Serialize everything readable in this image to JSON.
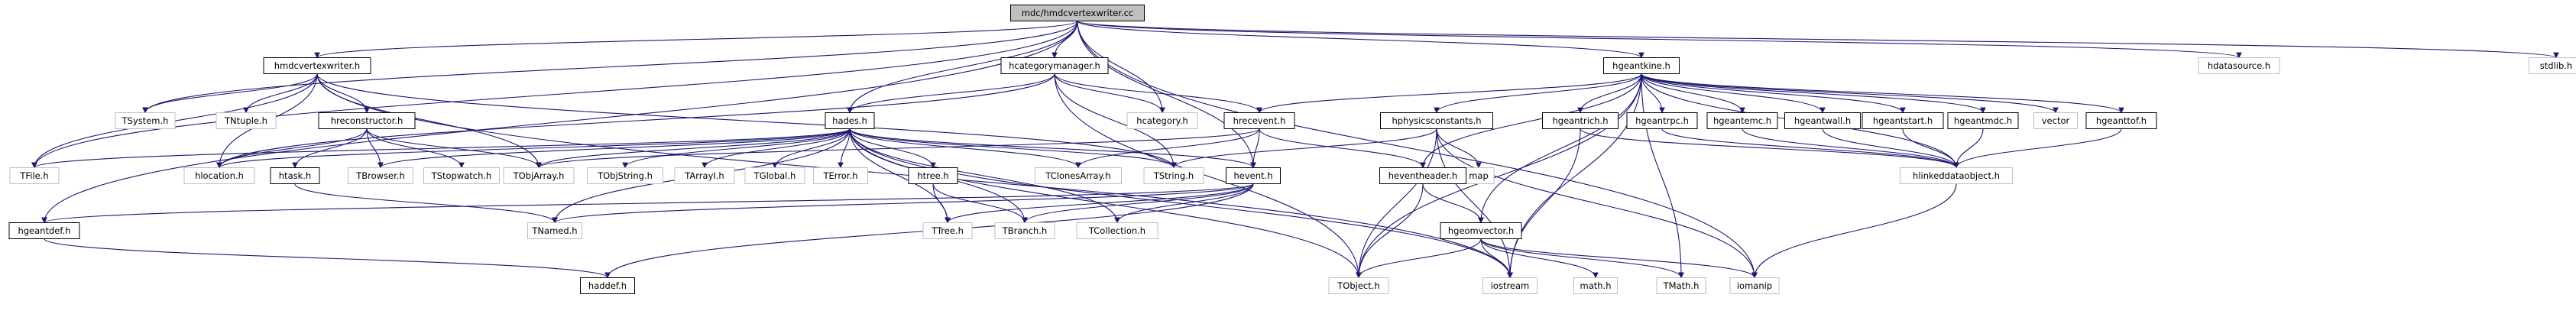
{
  "root": "mdc/hmdcvertexwriter.cc",
  "colors": {
    "edge": "#191970",
    "root_fill": "#bfbfbf",
    "node_border": "#000000",
    "external_border": "#bfbfbf",
    "background": "#ffffff"
  },
  "nodes": [
    {
      "id": "root",
      "label": "mdc/hmdcvertexwriter.cc",
      "kind": "root"
    },
    {
      "id": "hmdcvertexwriter",
      "label": "hmdcvertexwriter.h",
      "kind": "local"
    },
    {
      "id": "hcategorymanager",
      "label": "hcategorymanager.h",
      "kind": "local"
    },
    {
      "id": "hgeantkine",
      "label": "hgeantkine.h",
      "kind": "local"
    },
    {
      "id": "hdatasource",
      "label": "hdatasource.h",
      "kind": "external"
    },
    {
      "id": "stdlib",
      "label": "stdlib.h",
      "kind": "external"
    },
    {
      "id": "TSystem",
      "label": "TSystem.h",
      "kind": "external"
    },
    {
      "id": "TNtuple",
      "label": "TNtuple.h",
      "kind": "external"
    },
    {
      "id": "hreconstructor",
      "label": "hreconstructor.h",
      "kind": "local"
    },
    {
      "id": "hades",
      "label": "hades.h",
      "kind": "local"
    },
    {
      "id": "hcategory",
      "label": "hcategory.h",
      "kind": "external"
    },
    {
      "id": "hrecevent",
      "label": "hrecevent.h",
      "kind": "local"
    },
    {
      "id": "hphysicsconstants",
      "label": "hphysicsconstants.h",
      "kind": "local"
    },
    {
      "id": "hgeantrich",
      "label": "hgeantrich.h",
      "kind": "local"
    },
    {
      "id": "hgeantrpc",
      "label": "hgeantrpc.h",
      "kind": "local"
    },
    {
      "id": "hgeantemc",
      "label": "hgeantemc.h",
      "kind": "local"
    },
    {
      "id": "hgeantwall",
      "label": "hgeantwall.h",
      "kind": "local"
    },
    {
      "id": "hgeantstart",
      "label": "hgeantstart.h",
      "kind": "local"
    },
    {
      "id": "hgeantmdc",
      "label": "hgeantmdc.h",
      "kind": "local"
    },
    {
      "id": "vector",
      "label": "vector",
      "kind": "external"
    },
    {
      "id": "hgeanttof",
      "label": "hgeanttof.h",
      "kind": "local"
    },
    {
      "id": "TFile",
      "label": "TFile.h",
      "kind": "external"
    },
    {
      "id": "hlocation",
      "label": "hlocation.h",
      "kind": "external"
    },
    {
      "id": "htask",
      "label": "htask.h",
      "kind": "local"
    },
    {
      "id": "TBrowser",
      "label": "TBrowser.h",
      "kind": "external"
    },
    {
      "id": "TStopwatch",
      "label": "TStopwatch.h",
      "kind": "external"
    },
    {
      "id": "TObjArray",
      "label": "TObjArray.h",
      "kind": "external"
    },
    {
      "id": "TObjString",
      "label": "TObjString.h",
      "kind": "external"
    },
    {
      "id": "TArrayI",
      "label": "TArrayI.h",
      "kind": "external"
    },
    {
      "id": "TGlobal",
      "label": "TGlobal.h",
      "kind": "external"
    },
    {
      "id": "TError",
      "label": "TError.h",
      "kind": "external"
    },
    {
      "id": "htree",
      "label": "htree.h",
      "kind": "local"
    },
    {
      "id": "TClonesArray",
      "label": "TClonesArray.h",
      "kind": "external"
    },
    {
      "id": "TString",
      "label": "TString.h",
      "kind": "external"
    },
    {
      "id": "hevent",
      "label": "hevent.h",
      "kind": "local"
    },
    {
      "id": "map",
      "label": "map",
      "kind": "external"
    },
    {
      "id": "heventheader",
      "label": "heventheader.h",
      "kind": "local"
    },
    {
      "id": "hlinkeddataobject",
      "label": "hlinkeddataobject.h",
      "kind": "external"
    },
    {
      "id": "hgeantdef",
      "label": "hgeantdef.h",
      "kind": "local"
    },
    {
      "id": "TNamed",
      "label": "TNamed.h",
      "kind": "external"
    },
    {
      "id": "TTree",
      "label": "TTree.h",
      "kind": "external"
    },
    {
      "id": "TBranch",
      "label": "TBranch.h",
      "kind": "external"
    },
    {
      "id": "TCollection",
      "label": "TCollection.h",
      "kind": "external"
    },
    {
      "id": "hgeomvector",
      "label": "hgeomvector.h",
      "kind": "local"
    },
    {
      "id": "haddef",
      "label": "haddef.h",
      "kind": "local"
    },
    {
      "id": "TObject",
      "label": "TObject.h",
      "kind": "external"
    },
    {
      "id": "iostream",
      "label": "iostream",
      "kind": "external"
    },
    {
      "id": "math",
      "label": "math.h",
      "kind": "external"
    },
    {
      "id": "TMath",
      "label": "TMath.h",
      "kind": "external"
    },
    {
      "id": "iomanip",
      "label": "iomanip",
      "kind": "external"
    }
  ],
  "edges": [
    [
      "root",
      "hmdcvertexwriter"
    ],
    [
      "root",
      "hcategorymanager"
    ],
    [
      "root",
      "hgeantkine"
    ],
    [
      "root",
      "hdatasource"
    ],
    [
      "root",
      "stdlib"
    ],
    [
      "root",
      "TSystem"
    ],
    [
      "root",
      "TFile"
    ],
    [
      "root",
      "hades"
    ],
    [
      "root",
      "hcategory"
    ],
    [
      "root",
      "hevent"
    ],
    [
      "root",
      "hgeantdef"
    ],
    [
      "root",
      "iomanip"
    ],
    [
      "hmdcvertexwriter",
      "TSystem"
    ],
    [
      "hmdcvertexwriter",
      "TNtuple"
    ],
    [
      "hmdcvertexwriter",
      "hreconstructor"
    ],
    [
      "hmdcvertexwriter",
      "TFile"
    ],
    [
      "hmdcvertexwriter",
      "TObjArray"
    ],
    [
      "hmdcvertexwriter",
      "TString"
    ],
    [
      "hmdcvertexwriter",
      "hlocation"
    ],
    [
      "hmdcvertexwriter",
      "iostream"
    ],
    [
      "hcategorymanager",
      "hades"
    ],
    [
      "hcategorymanager",
      "hcategory"
    ],
    [
      "hcategorymanager",
      "hrecevent"
    ],
    [
      "hcategorymanager",
      "TString"
    ],
    [
      "hcategorymanager",
      "TObject"
    ],
    [
      "hcategorymanager",
      "hlocation"
    ],
    [
      "hgeantkine",
      "hrecevent"
    ],
    [
      "hgeantkine",
      "hphysicsconstants"
    ],
    [
      "hgeantkine",
      "hgeantrich"
    ],
    [
      "hgeantkine",
      "hgeantrpc"
    ],
    [
      "hgeantkine",
      "hgeantemc"
    ],
    [
      "hgeantkine",
      "hgeantwall"
    ],
    [
      "hgeantkine",
      "hgeantstart"
    ],
    [
      "hgeantkine",
      "hgeantmdc"
    ],
    [
      "hgeantkine",
      "vector"
    ],
    [
      "hgeantkine",
      "hgeanttof"
    ],
    [
      "hgeantkine",
      "hlinkeddataobject"
    ],
    [
      "hgeantkine",
      "hgeomvector"
    ],
    [
      "hgeantkine",
      "TObject"
    ],
    [
      "hgeantkine",
      "TMath"
    ],
    [
      "hgeantkine",
      "heventheader"
    ],
    [
      "hgeantkine",
      "iostream"
    ],
    [
      "hreconstructor",
      "htask"
    ],
    [
      "hreconstructor",
      "TBrowser"
    ],
    [
      "hreconstructor",
      "TStopwatch"
    ],
    [
      "hreconstructor",
      "TObjArray"
    ],
    [
      "hreconstructor",
      "hlocation"
    ],
    [
      "hades",
      "TObjArray"
    ],
    [
      "hades",
      "TObjString"
    ],
    [
      "hades",
      "TArrayI"
    ],
    [
      "hades",
      "TGlobal"
    ],
    [
      "hades",
      "TError"
    ],
    [
      "hades",
      "htree"
    ],
    [
      "hades",
      "TClonesArray"
    ],
    [
      "hades",
      "TString"
    ],
    [
      "hades",
      "hevent"
    ],
    [
      "hades",
      "TFile"
    ],
    [
      "hades",
      "TNamed"
    ],
    [
      "hades",
      "TTree"
    ],
    [
      "hades",
      "TBranch"
    ],
    [
      "hades",
      "TCollection"
    ],
    [
      "hades",
      "TObject"
    ],
    [
      "hades",
      "iostream"
    ],
    [
      "hades",
      "hlocation"
    ],
    [
      "hades",
      "TBrowser"
    ],
    [
      "hrecevent",
      "TClonesArray"
    ],
    [
      "hrecevent",
      "TObjArray"
    ],
    [
      "hrecevent",
      "heventheader"
    ],
    [
      "hrecevent",
      "hevent"
    ],
    [
      "hphysicsconstants",
      "TString"
    ],
    [
      "hphysicsconstants",
      "map"
    ],
    [
      "hphysicsconstants",
      "TObject"
    ],
    [
      "hphysicsconstants",
      "iostream"
    ],
    [
      "hphysicsconstants",
      "iomanip"
    ],
    [
      "hgeantrich",
      "hlinkeddataobject"
    ],
    [
      "hgeantrich",
      "iostream"
    ],
    [
      "hgeantrpc",
      "hlinkeddataobject"
    ],
    [
      "hgeantemc",
      "hlinkeddataobject"
    ],
    [
      "hgeantwall",
      "hlinkeddataobject"
    ],
    [
      "hgeantstart",
      "hlinkeddataobject"
    ],
    [
      "hgeantmdc",
      "hlinkeddataobject"
    ],
    [
      "hgeanttof",
      "hlinkeddataobject"
    ],
    [
      "hlinkeddataobject",
      "iomanip"
    ],
    [
      "htree",
      "TTree"
    ],
    [
      "htree",
      "TBranch"
    ],
    [
      "hevent",
      "hgeantdef"
    ],
    [
      "hevent",
      "TNamed"
    ],
    [
      "hevent",
      "TTree"
    ],
    [
      "hevent",
      "TBranch"
    ],
    [
      "hevent",
      "TCollection"
    ],
    [
      "hevent",
      "haddef"
    ],
    [
      "heventheader",
      "TObject"
    ],
    [
      "heventheader",
      "hgeomvector"
    ],
    [
      "htask",
      "TNamed"
    ],
    [
      "hgeantdef",
      "haddef"
    ],
    [
      "hgeomvector",
      "TObject"
    ],
    [
      "hgeomvector",
      "iostream"
    ],
    [
      "hgeomvector",
      "math"
    ],
    [
      "hgeomvector",
      "TMath"
    ],
    [
      "hgeomvector",
      "iomanip"
    ]
  ]
}
